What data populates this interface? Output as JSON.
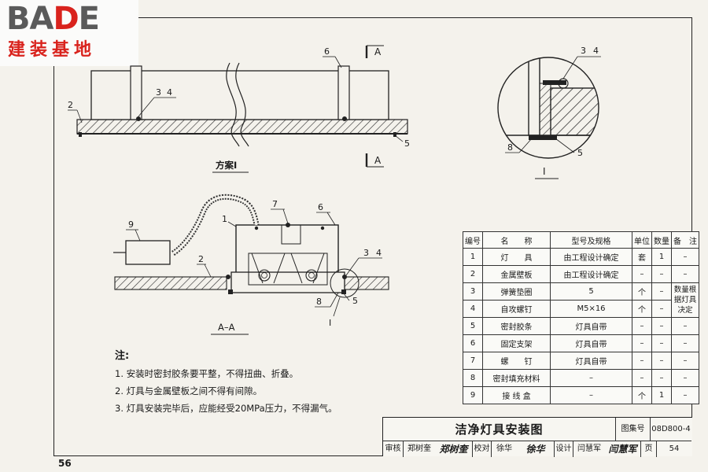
{
  "logo": {
    "brand_a": "BA",
    "brand_b": "D",
    "brand_c": "E",
    "subtitle": "建装基地"
  },
  "drawing": {
    "section_label": "A",
    "scheme_label": "方案I",
    "section_view_label": "A–A",
    "detail_label": "I",
    "callouts": {
      "c1": "1",
      "c2": "2",
      "c3": "3",
      "c4": "4",
      "c5": "5",
      "c6": "6",
      "c7": "7",
      "c8": "8",
      "c9": "9"
    }
  },
  "notes": {
    "title": "注:",
    "items": [
      "1. 安装时密封胶条要平整，不得扭曲、折叠。",
      "2. 灯具与金属壁板之间不得有间隙。",
      "3. 灯具安装完毕后，应能经受20MPa压力，不得漏气。"
    ]
  },
  "parts_table": {
    "headers": [
      "编号",
      "名　　称",
      "型号及规格",
      "单位",
      "数量",
      "备　注"
    ],
    "rows": [
      [
        "1",
        "灯　　具",
        "由工程设计确定",
        "套",
        "1",
        "–"
      ],
      [
        "2",
        "金属壁板",
        "由工程设计确定",
        "–",
        "–",
        "–"
      ],
      [
        "3",
        "弹簧垫圈",
        "5",
        "个",
        "–",
        ""
      ],
      [
        "4",
        "自攻螺钉",
        "M5×16",
        "个",
        "–",
        ""
      ],
      [
        "5",
        "密封胶条",
        "灯具自带",
        "–",
        "–",
        "–"
      ],
      [
        "6",
        "固定支架",
        "灯具自带",
        "–",
        "–",
        "–"
      ],
      [
        "7",
        "螺　　钉",
        "灯具自带",
        "–",
        "–",
        "–"
      ],
      [
        "8",
        "密封填充材料",
        "–",
        "–",
        "–",
        "–"
      ],
      [
        "9",
        "接 线 盒",
        "–",
        "个",
        "1",
        "–"
      ]
    ],
    "remark_merged": "数量根据灯具决定"
  },
  "title_block": {
    "title": "洁净灯具安装图",
    "atlas_label": "图集号",
    "atlas_no": "08D800-4",
    "review_label": "审核",
    "reviewer": "郑树奎",
    "reviewer_sig": "郑树奎",
    "check_label": "校对",
    "checker": "徐华",
    "checker_sig": "徐华",
    "design_label": "设计",
    "designer": "闫慧军",
    "designer_sig": "闫慧军",
    "page_label": "页",
    "page_no": "54"
  },
  "page_number": "56"
}
